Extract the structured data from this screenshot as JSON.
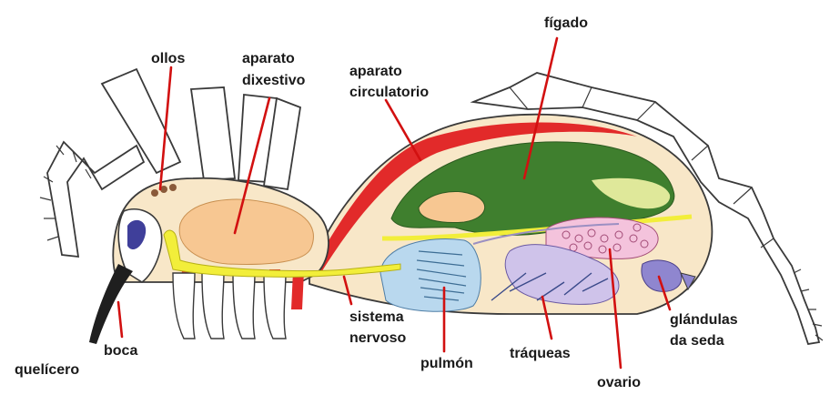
{
  "labels": {
    "ollos": "ollos",
    "aparato_dixestivo_1": "aparato",
    "aparato_dixestivo_2": "dixestivo",
    "aparato_circulatorio_1": "aparato",
    "aparato_circulatorio_2": "circulatorio",
    "figado": "fígado",
    "quelicero": "quelícero",
    "boca": "boca",
    "sistema_nervoso_1": "sistema",
    "sistema_nervoso_2": "nervoso",
    "pulmon": "pulmón",
    "traqueas": "tráqueas",
    "ovario": "ovario",
    "glandulas_seda_1": "glándulas",
    "glandulas_seda_2": "da seda"
  },
  "colors": {
    "leader_lines": "#d21010",
    "digestive": "#f7c792",
    "circulatory": "#e22a2a",
    "liver": "#3f7f2e",
    "liver_light": "#dfe89a",
    "nervous": "#f2ee3a",
    "lung": "#b9d8ee",
    "tracheae": "#cfc3ea",
    "ovary": "#f4c3dc",
    "eye": "#3f3f9a",
    "body_tan": "#f8e7c8",
    "silk_glands": "#8f86cf"
  }
}
